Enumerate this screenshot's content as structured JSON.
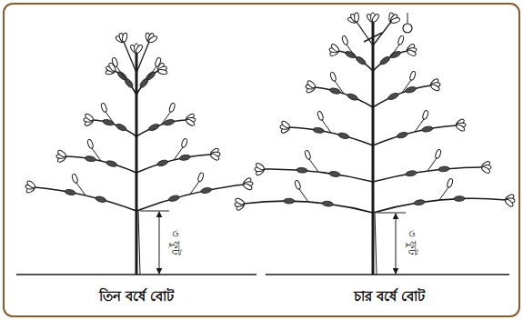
{
  "diagram": {
    "labels": [
      "৩ ফুট",
      "৩ ফুট",
      "তিন বর্ষে বোট",
      "চার বর্ষে বোট"
    ]
  }
}
